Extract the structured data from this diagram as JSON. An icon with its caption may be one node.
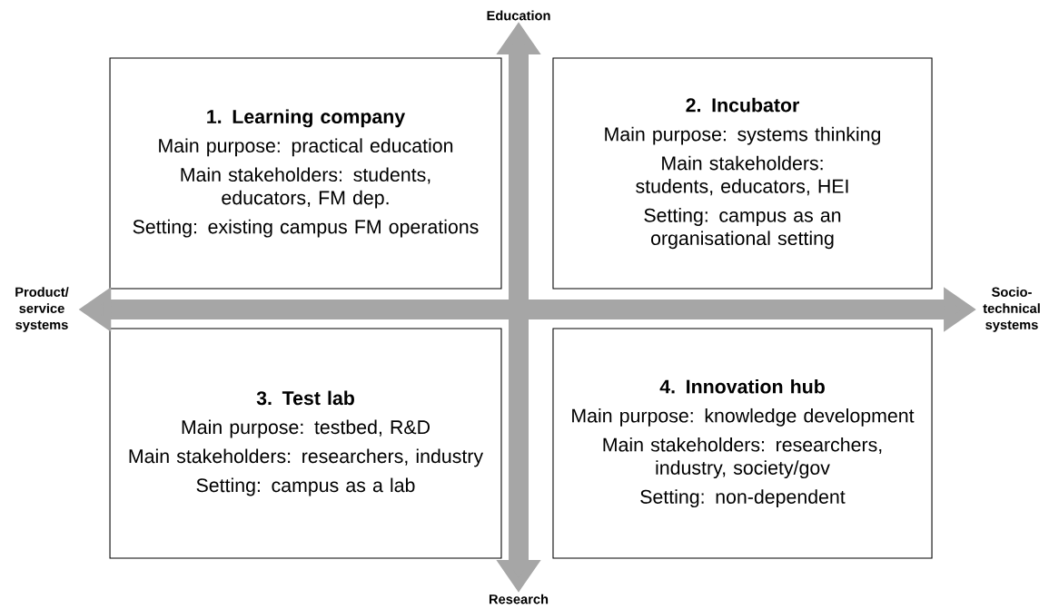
{
  "diagram": {
    "nodes": [
      {
        "text": [
          "1. Learning company",
          "Main purpose: practical education",
          "Main stakeholders: students, educators, FM dep.",
          "Setting: existing campus FM operations"
        ]
      },
      {
        "text": [
          "2. Incubator",
          "Main purpose: systems thinking",
          "Main stakeholders: students, educators, HEI",
          "Setting: campus as an organisational setting"
        ]
      },
      {
        "text": [
          "3. Test lab",
          "Main purpose: testbed, R&D",
          "Main stakeholders: researchers, industry",
          "Setting: campus as a lab"
        ]
      },
      {
        "text": [
          "4. Innovation hub",
          "Main purpose: knowledge development",
          "Main stakeholders: researchers, industry, society/gov",
          "Setting: non-dependent"
        ]
      },
      {
        "text": [
          "Education"
        ]
      },
      {
        "text": [
          "Product/ service systems"
        ]
      },
      {
        "text": [
          "Socio-technical systems"
        ]
      },
      {
        "text": [
          "Research"
        ]
      }
    ],
    "edges": [
      {
        "from": 4,
        "to": 7,
        "arrow": "both"
      },
      {
        "from": 5,
        "to": 6,
        "arrow": "both"
      }
    ]
  }
}
